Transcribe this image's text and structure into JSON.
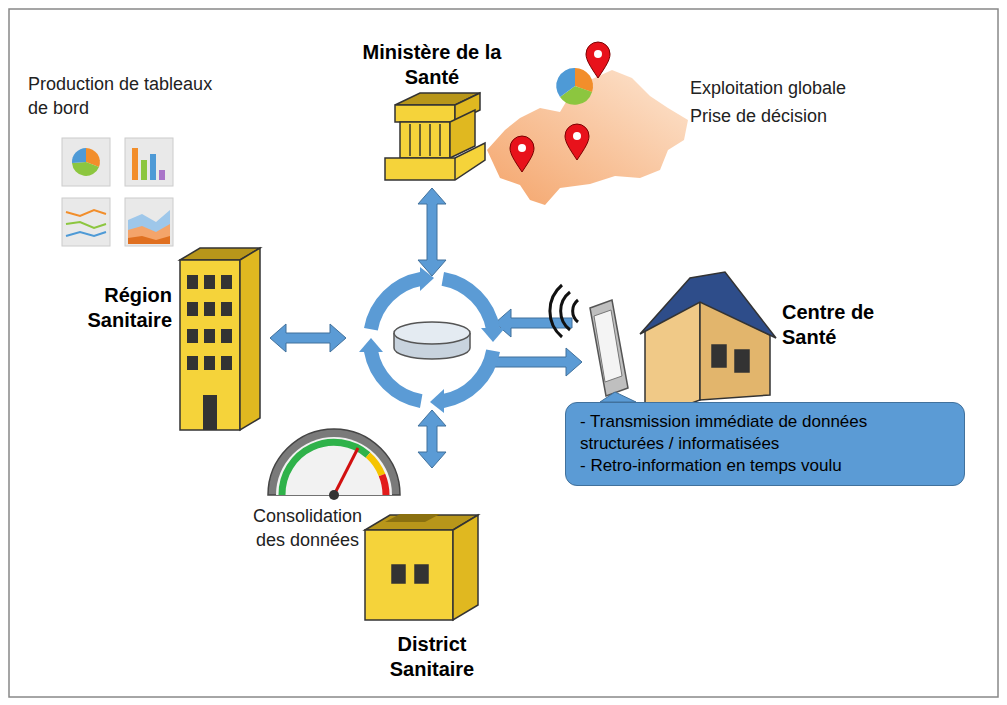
{
  "diagram": {
    "nodes": [
      {
        "text": [
          "Ministère de la Santé"
        ]
      },
      {
        "text": [
          "Région Sanitaire"
        ]
      },
      {
        "text": [
          "Centre de Santé"
        ]
      },
      {
        "text": [
          "District Sanitaire"
        ]
      },
      {
        "text": [
          "- Transmission immédiate de données structurées / informatisées",
          "- Retro-information en temps voulu"
        ]
      }
    ],
    "labels": [
      "Production de tableaux de bord",
      "Exploitation globale",
      "Prise de décision",
      "Consolidation des données"
    ]
  }
}
